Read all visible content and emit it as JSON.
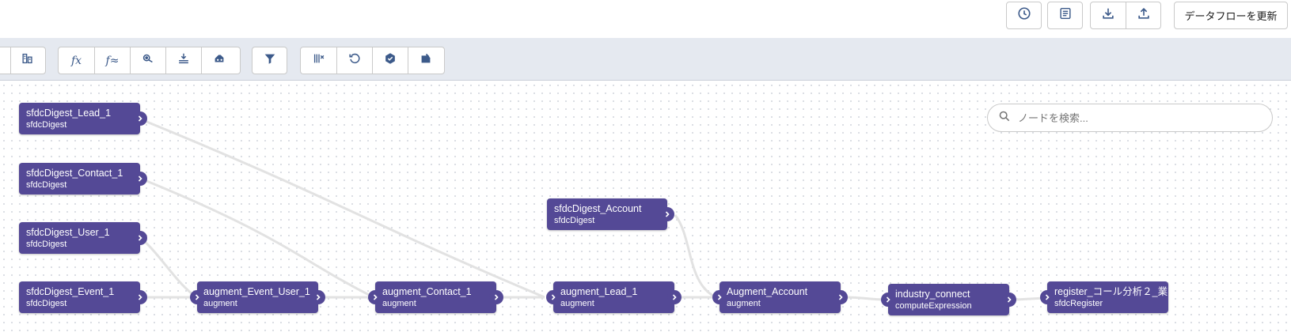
{
  "header": {
    "history_icon": "clock-icon",
    "notes_icon": "document-icon",
    "download_icon": "download-icon",
    "upload_icon": "upload-icon",
    "refresh_label": "データフローを更新"
  },
  "toolbar": {
    "formula_label": "fx",
    "formula2_label": "f≈"
  },
  "search": {
    "placeholder": "ノードを検索..."
  },
  "nodes": [
    {
      "name": "sfdcDigest_Lead_1",
      "type": "sfdcDigest"
    },
    {
      "name": "sfdcDigest_Contact_1",
      "type": "sfdcDigest"
    },
    {
      "name": "sfdcDigest_User_1",
      "type": "sfdcDigest"
    },
    {
      "name": "sfdcDigest_Event_1",
      "type": "sfdcDigest"
    },
    {
      "name": "augment_Event_User_1",
      "type": "augment"
    },
    {
      "name": "augment_Contact_1",
      "type": "augment"
    },
    {
      "name": "sfdcDigest_Account",
      "type": "sfdcDigest"
    },
    {
      "name": "augment_Lead_1",
      "type": "augment"
    },
    {
      "name": "Augment_Account",
      "type": "augment"
    },
    {
      "name": "industry_connect",
      "type": "computeExpression"
    },
    {
      "name": "register_コール分析２_業",
      "type": "sfdcRegister"
    }
  ],
  "colors": {
    "node_bg": "#544996",
    "toolbar_bg": "#e5e9f0",
    "icon": "#3c5a8a",
    "edge": "#e2e2e2"
  }
}
